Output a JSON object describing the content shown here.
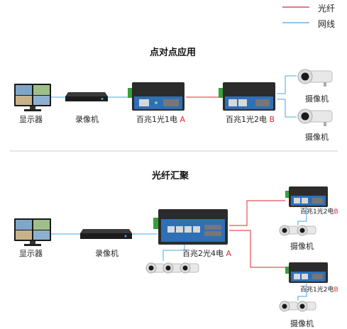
{
  "legend": {
    "fiber": {
      "label": "光纤",
      "color": "#e0282e"
    },
    "network": {
      "label": "网线",
      "color": "#4aa8d8"
    }
  },
  "sections": {
    "top": {
      "title": "点对点应用",
      "monitor_label": "显示器",
      "recorder_label": "录像机",
      "switch_a": {
        "text": "百兆1光1电 ",
        "mark": "A"
      },
      "switch_b": {
        "text": "百兆1光2电 ",
        "mark": "B"
      },
      "camera_label_1": "摄像机",
      "camera_label_2": "摄像机"
    },
    "bottom": {
      "title": "光纤汇聚",
      "monitor_label": "显示器",
      "recorder_label": "录像机",
      "switch_main": {
        "text": "百兆2光4电 ",
        "mark": "A"
      },
      "switch_b1": {
        "text": "百兆1光2电",
        "mark": "B"
      },
      "switch_b2": {
        "text": "百兆1光2电",
        "mark": "B"
      },
      "camera_label_1": "摄像机",
      "camera_label_2": "摄像机"
    }
  },
  "colors": {
    "fiber": "#e0282e",
    "network": "#4aa8d8",
    "divider": "#cccccc",
    "device_blue": "#2f6fb5",
    "device_dark": "#2b2b2b"
  }
}
